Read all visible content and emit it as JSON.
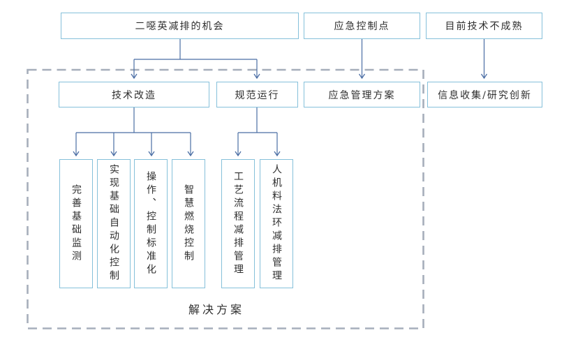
{
  "diagram": {
    "top_row": [
      {
        "label": "二噁英减排的机会"
      },
      {
        "label": "应急控制点"
      },
      {
        "label": "目前技术不成熟"
      }
    ],
    "mid_row": [
      {
        "label": "技术改造"
      },
      {
        "label": "规范运行"
      },
      {
        "label": "应急管理方案"
      },
      {
        "label": "信息收集/研究创新"
      }
    ],
    "tech_children": [
      {
        "label": "完善基础监测"
      },
      {
        "label": "实现基础自动化控制"
      },
      {
        "label": "操作、控制标准化"
      },
      {
        "label": "智慧燃烧控制"
      }
    ],
    "operation_children": [
      {
        "label": "工艺流程减排管理"
      },
      {
        "label": "人机料法环减排管理"
      }
    ],
    "group_label": "解决方案",
    "colors": {
      "node_border": "#85c0da",
      "connector": "#4a6da4",
      "group_border": "#a6aebb",
      "text": "#2e2e2e"
    }
  }
}
